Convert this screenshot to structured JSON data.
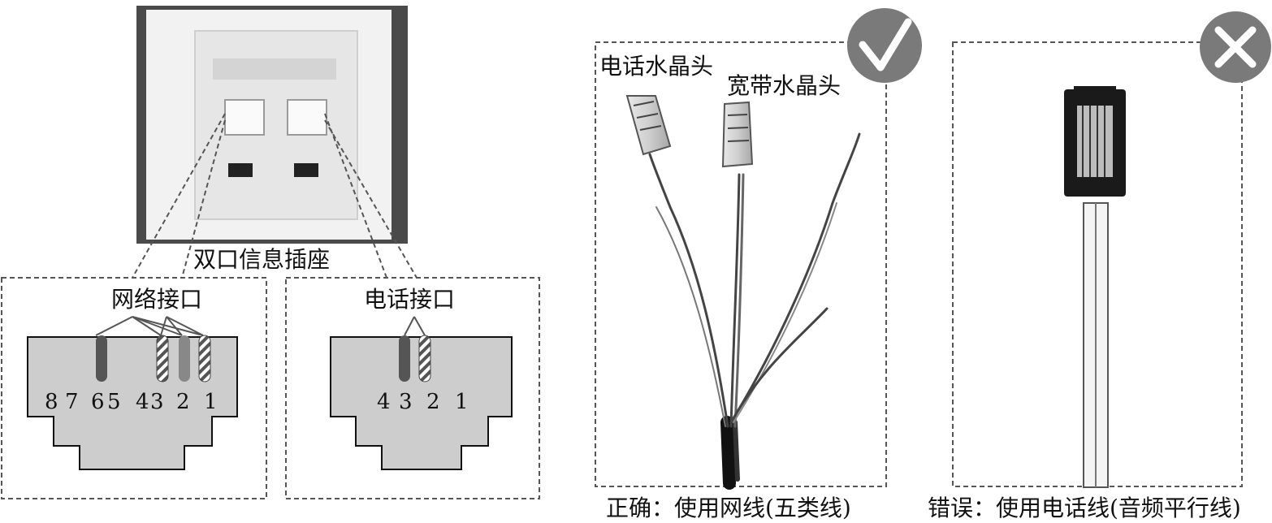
{
  "socket": {
    "caption": "双口信息插座"
  },
  "network_port": {
    "title": "网络接口",
    "pins": [
      "8",
      "7",
      "6",
      "5",
      "4",
      "3",
      "2",
      "1"
    ]
  },
  "phone_port": {
    "title": "电话接口",
    "pins": [
      "4",
      "3",
      "2",
      "1"
    ]
  },
  "correct_panel": {
    "mark": "✓",
    "label_phone_plug": "电话水晶头",
    "label_broadband_plug": "宽带水晶头",
    "caption": "正确：使用网线(五类线)"
  },
  "wrong_panel": {
    "mark": "✕",
    "caption": "错误：使用电话线(音频平行线)"
  }
}
